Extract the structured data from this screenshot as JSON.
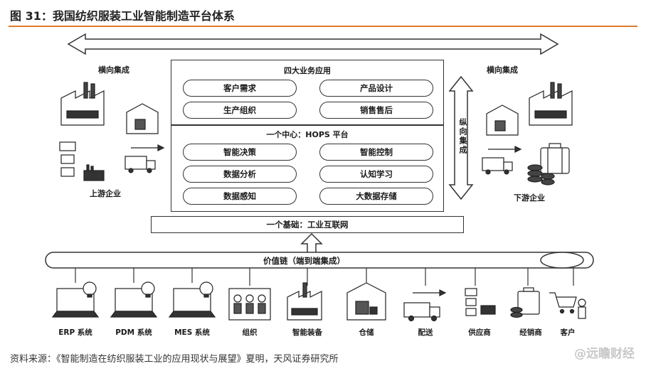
{
  "figure": {
    "title": "图 31：我国纺织服装工业智能制造平台体系",
    "source": "资料来源：《智能制造在纺织服装工业的应用现状与展望》夏明，天风证券研究所",
    "watermark": "@远瞻财经"
  },
  "labels": {
    "horizontal_left": "横向集成",
    "horizontal_right": "横向集成",
    "vertical": "纵向集成",
    "upstream": "上游企业",
    "downstream": "下游企业"
  },
  "top_box": {
    "title": "四大业务应用",
    "items": [
      "客户需求",
      "产品设计",
      "生产组织",
      "销售售后"
    ]
  },
  "center_box": {
    "title": "一个中心：HOPS 平台",
    "items": [
      "智能决策",
      "智能控制",
      "数据分析",
      "认知学习",
      "数据感知",
      "大数据存储"
    ]
  },
  "foundation": {
    "label": "一个基础：工业互联网"
  },
  "value_chain": {
    "label": "价值链（端到端集成）",
    "items": [
      "ERP 系统",
      "PDM 系统",
      "MES 系统",
      "组织",
      "智能装备",
      "仓储",
      "配送",
      "供应商",
      "经销商",
      "客户"
    ]
  }
}
